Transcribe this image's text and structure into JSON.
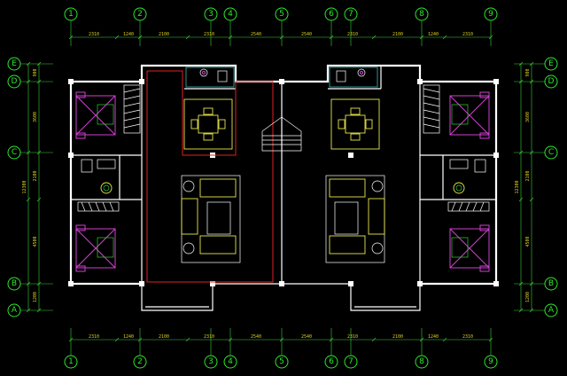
{
  "axes": {
    "numbered": [
      "1",
      "2",
      "3",
      "4",
      "5",
      "6",
      "7",
      "8",
      "9"
    ],
    "lettered_left": [
      "E",
      "D",
      "C",
      "B",
      "A"
    ],
    "lettered_right": [
      "E",
      "D",
      "C",
      "B",
      "A"
    ]
  },
  "dimensions": {
    "top": [
      "2310",
      "1240",
      "2100",
      "2310",
      "2540",
      "2540",
      "2310",
      "2100",
      "1240",
      "2310"
    ],
    "bottom": [
      "2310",
      "1240",
      "2100",
      "2310",
      "2540",
      "2540",
      "2310",
      "2100",
      "1240",
      "2310"
    ],
    "left_segments": [
      "900",
      "3600",
      "2100",
      "4500",
      "1200"
    ],
    "left_total": "12300",
    "right_segments": [
      "900",
      "3600",
      "2100",
      "4500",
      "1200"
    ],
    "right_total": "12300"
  },
  "colors": {
    "axis": "#2ee62e",
    "dimension_text": "#e0d020",
    "wall": "#ffffff",
    "furniture_yellow": "#e8e84a",
    "bedroom_magenta": "#d040d0",
    "outline_red": "#e02020",
    "fixture_cyan": "#40d0d0"
  }
}
